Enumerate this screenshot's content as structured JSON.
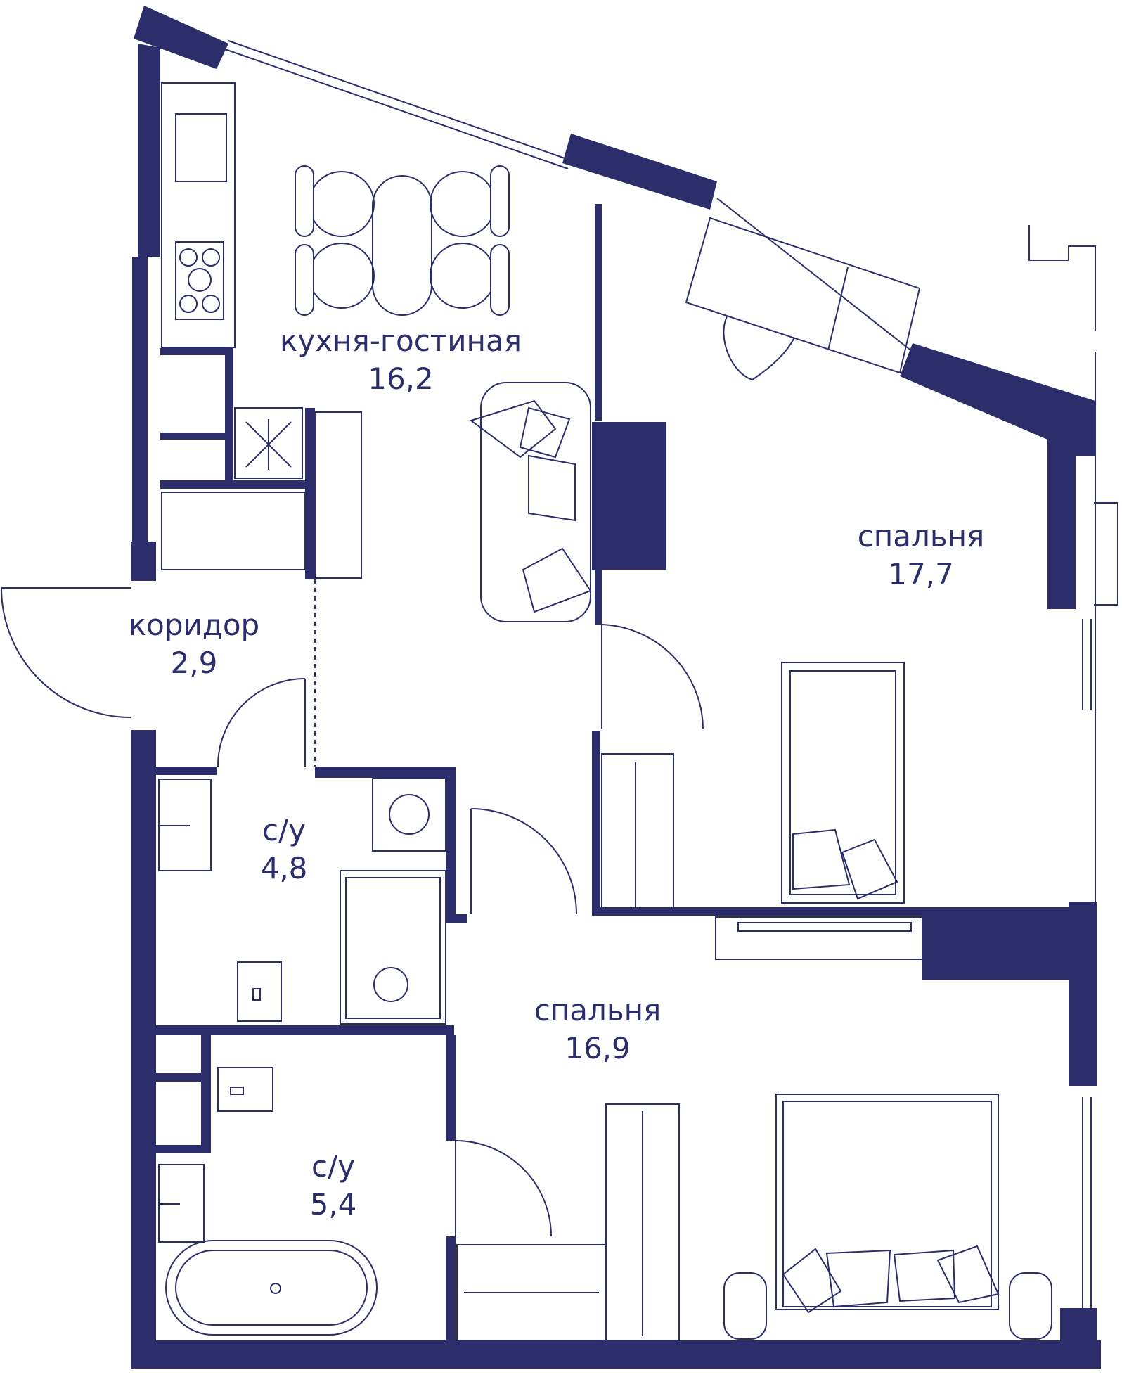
{
  "colors": {
    "wall": "#2c2d6b",
    "line": "#2c2d6b",
    "text": "#2c2d6b",
    "background": "#ffffff"
  },
  "rooms": {
    "kitchen": {
      "name": "кухня-гостиная",
      "area": "16,2"
    },
    "bedroom_upper": {
      "name": "спальня",
      "area": "17,7"
    },
    "corridor": {
      "name": "коридор",
      "area": "2,9"
    },
    "bathroom_1": {
      "name": "с/у",
      "area": "4,8"
    },
    "bedroom_lower": {
      "name": "спальня",
      "area": "16,9"
    },
    "bathroom_2": {
      "name": "с/у",
      "area": "5,4"
    }
  },
  "icons": [
    "stove-icon",
    "sink-icon",
    "sofa-icon",
    "dining-table-icon",
    "bed-icon",
    "bathtub-icon",
    "shower-icon",
    "washing-machine-icon",
    "toilet-icon",
    "wardrobe-icon",
    "door-swing-icon",
    "window-icon",
    "desk-icon",
    "chair-icon"
  ]
}
